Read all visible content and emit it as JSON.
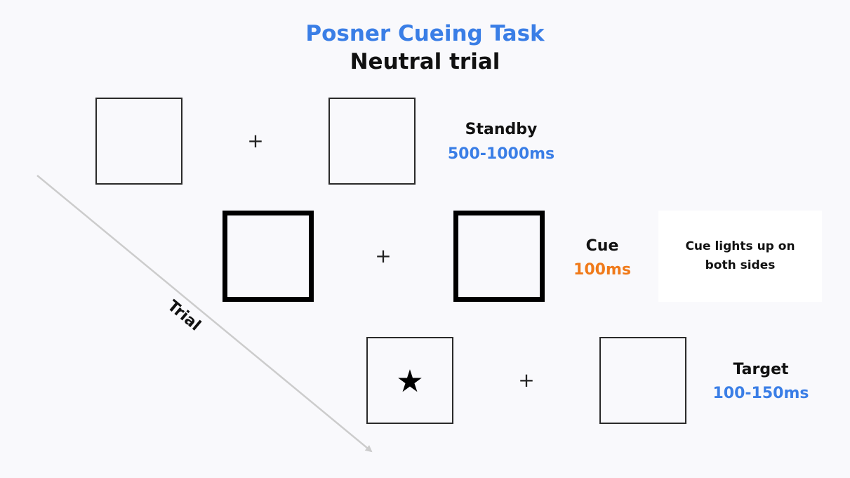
{
  "title": "Posner Cueing Task",
  "subtitle": "Neutral trial",
  "colors": {
    "title_blue": "#3a7ee6",
    "cue_orange": "#f07a1a",
    "arrow_gray": "#cccccc"
  },
  "stages": [
    {
      "name": "Standby",
      "duration": "500-1000ms",
      "duration_color": "#3a7ee6"
    },
    {
      "name": "Cue",
      "duration": "100ms",
      "duration_color": "#f07a1a"
    },
    {
      "name": "Target",
      "duration": "100-150ms",
      "duration_color": "#3a7ee6"
    }
  ],
  "fixation_symbol": "+",
  "target_symbol": "★",
  "note": "Cue lights up on both sides",
  "axis_label": "Trial",
  "icons": {
    "fixation": "fixation-cross-icon",
    "target": "star-icon",
    "arrow": "arrow-down-right-icon"
  }
}
